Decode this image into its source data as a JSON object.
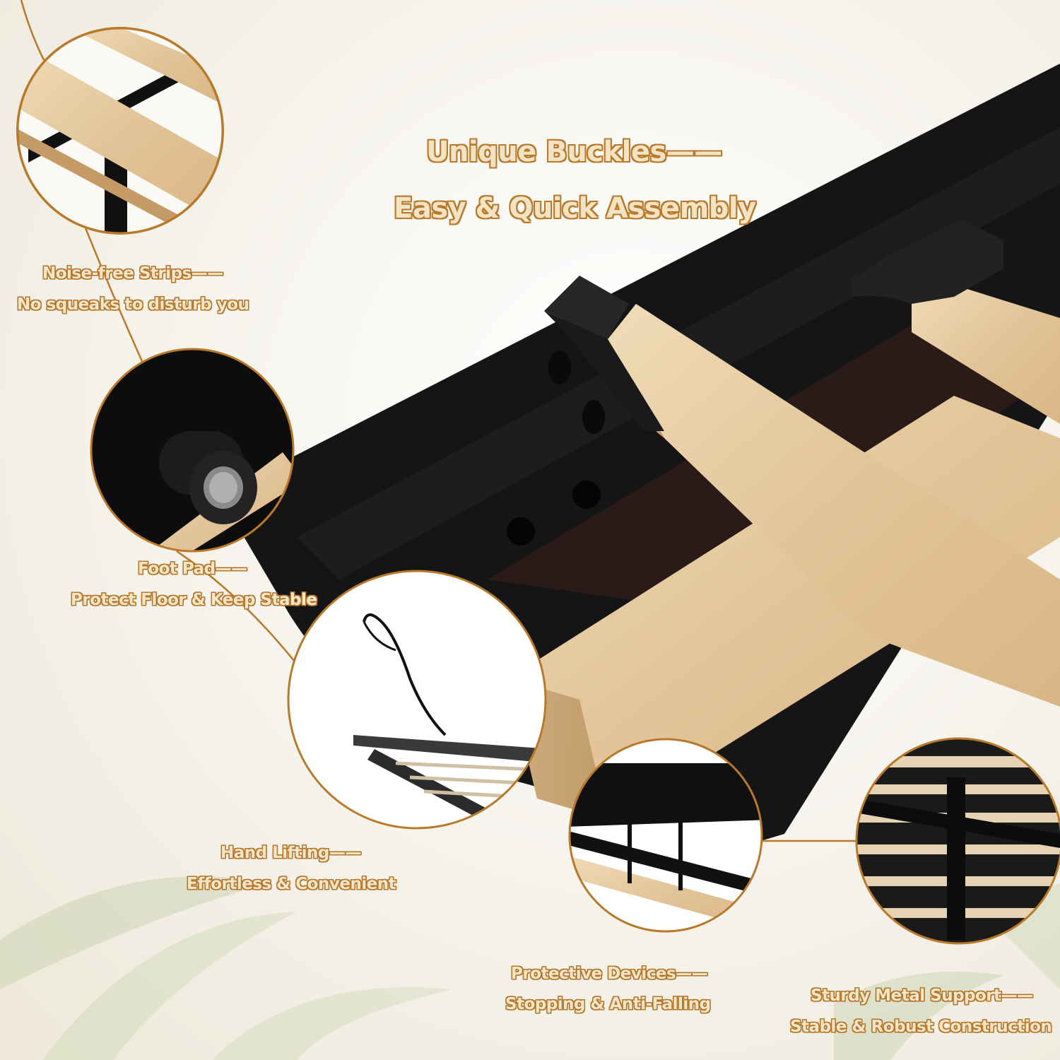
{
  "colors": {
    "accent": "#b87a2a",
    "frame_black": "#141414",
    "wood": "#e3c9a0",
    "background": "#f6f3ec"
  },
  "headline": {
    "line1": "Unique Buckles——",
    "line2": "Easy & Quick Assembly"
  },
  "callouts": [
    {
      "title": "Noise-free Strips——",
      "subtitle": "No squeaks to disturb you"
    },
    {
      "title": "Foot Pad——",
      "subtitle": "Protect Floor & Keep Stable"
    },
    {
      "title": "Hand Lifting——",
      "subtitle": "Effortless & Convenient"
    },
    {
      "title": "Protective Devices——",
      "subtitle": "Stopping & Anti-Falling"
    },
    {
      "title": "Sturdy Metal Support——",
      "subtitle": "Stable & Robust Construction"
    }
  ]
}
